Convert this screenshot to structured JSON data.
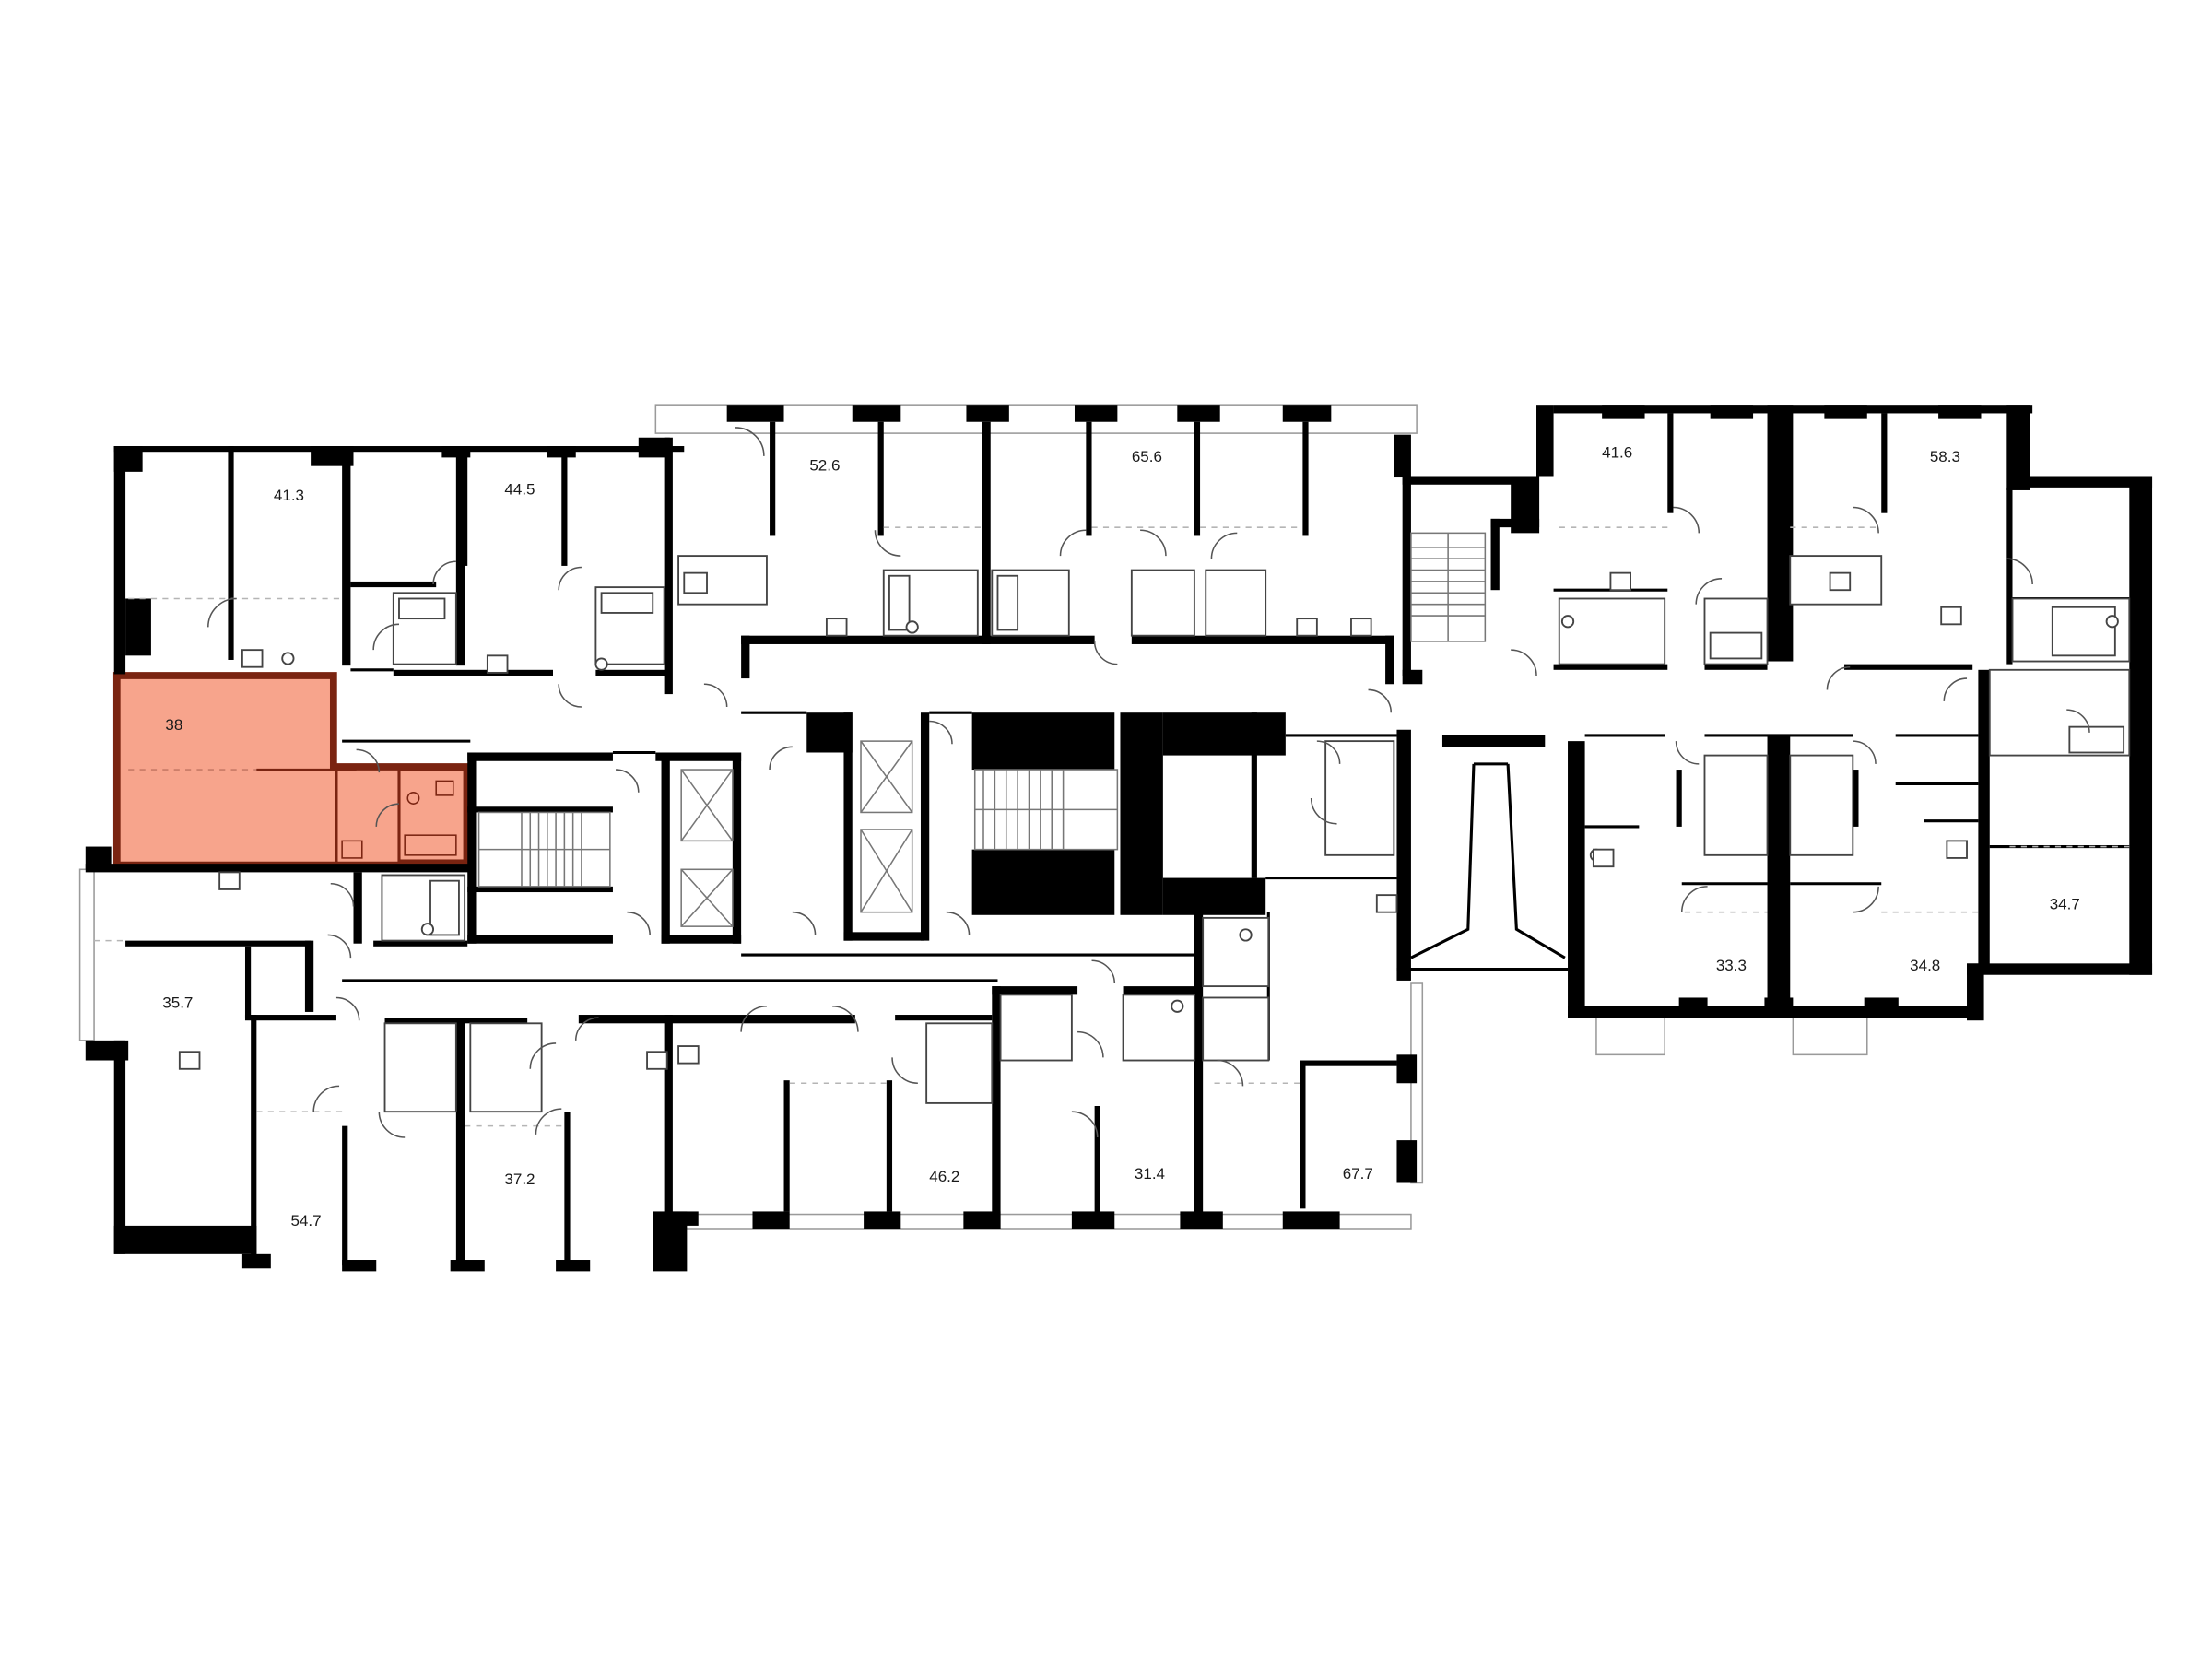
{
  "floor_plan": {
    "highlight_color": "#f7a48c",
    "highlight_border": "#7a2411",
    "wall_color": "#000000",
    "selected_apartment": {
      "area": "38"
    },
    "apartments": [
      {
        "id": "a41_3",
        "area": "41.3"
      },
      {
        "id": "a44_5",
        "area": "44.5"
      },
      {
        "id": "a52_6",
        "area": "52.6"
      },
      {
        "id": "a65_6",
        "area": "65.6"
      },
      {
        "id": "a41_6",
        "area": "41.6"
      },
      {
        "id": "a58_3",
        "area": "58.3"
      },
      {
        "id": "a34_7",
        "area": "34.7"
      },
      {
        "id": "a33_3",
        "area": "33.3"
      },
      {
        "id": "a34_8",
        "area": "34.8"
      },
      {
        "id": "a35_7",
        "area": "35.7"
      },
      {
        "id": "a54_7",
        "area": "54.7"
      },
      {
        "id": "a37_2",
        "area": "37.2"
      },
      {
        "id": "a46_2",
        "area": "46.2"
      },
      {
        "id": "a31_4",
        "area": "31.4"
      },
      {
        "id": "a67_7",
        "area": "67.7"
      }
    ]
  }
}
